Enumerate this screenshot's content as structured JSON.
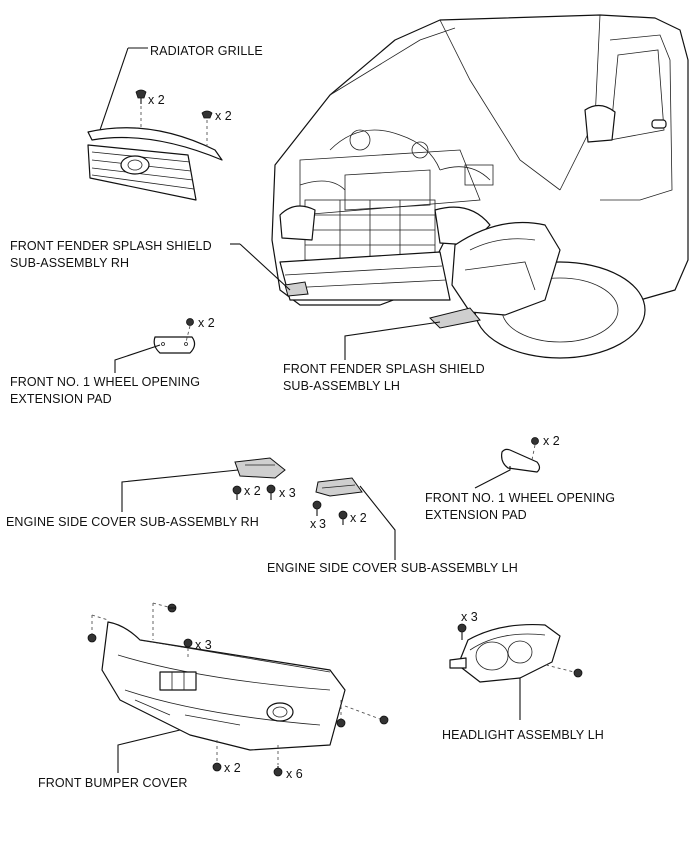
{
  "labels": {
    "radiator_grille": "RADIATOR GRILLE",
    "fender_shield_rh_1": "FRONT FENDER SPLASH SHIELD",
    "fender_shield_rh_2": "SUB-ASSEMBLY RH",
    "wheel_pad_left_1": "FRONT NO. 1 WHEEL OPENING",
    "wheel_pad_left_2": "EXTENSION PAD",
    "fender_shield_lh_1": "FRONT FENDER SPLASH SHIELD",
    "fender_shield_lh_2": "SUB-ASSEMBLY LH",
    "engine_cover_rh": "ENGINE SIDE COVER SUB-ASSEMBLY RH",
    "wheel_pad_right_1": "FRONT NO. 1 WHEEL OPENING",
    "wheel_pad_right_2": "EXTENSION PAD",
    "engine_cover_lh": "ENGINE SIDE COVER SUB-ASSEMBLY LH",
    "headlight_lh": "HEADLIGHT ASSEMBLY LH",
    "front_bumper": "FRONT BUMPER COVER"
  },
  "quantities": {
    "grille_clip_a": "x 2",
    "grille_clip_b": "x 2",
    "pad_left_screw": "x 2",
    "pad_right_screw": "x 2",
    "cover_rh_bolt": "x 2",
    "cover_rh_screw": "x 3",
    "cover_lh_screw_x": "x",
    "cover_lh_screw_n": "3",
    "cover_lh_bolt": "x 2",
    "headlight_bolt": "x 3",
    "bumper_top_clip": "x 3",
    "bumper_bottom_clip_a": "x 2",
    "bumper_bottom_clip_b": "x 6"
  }
}
